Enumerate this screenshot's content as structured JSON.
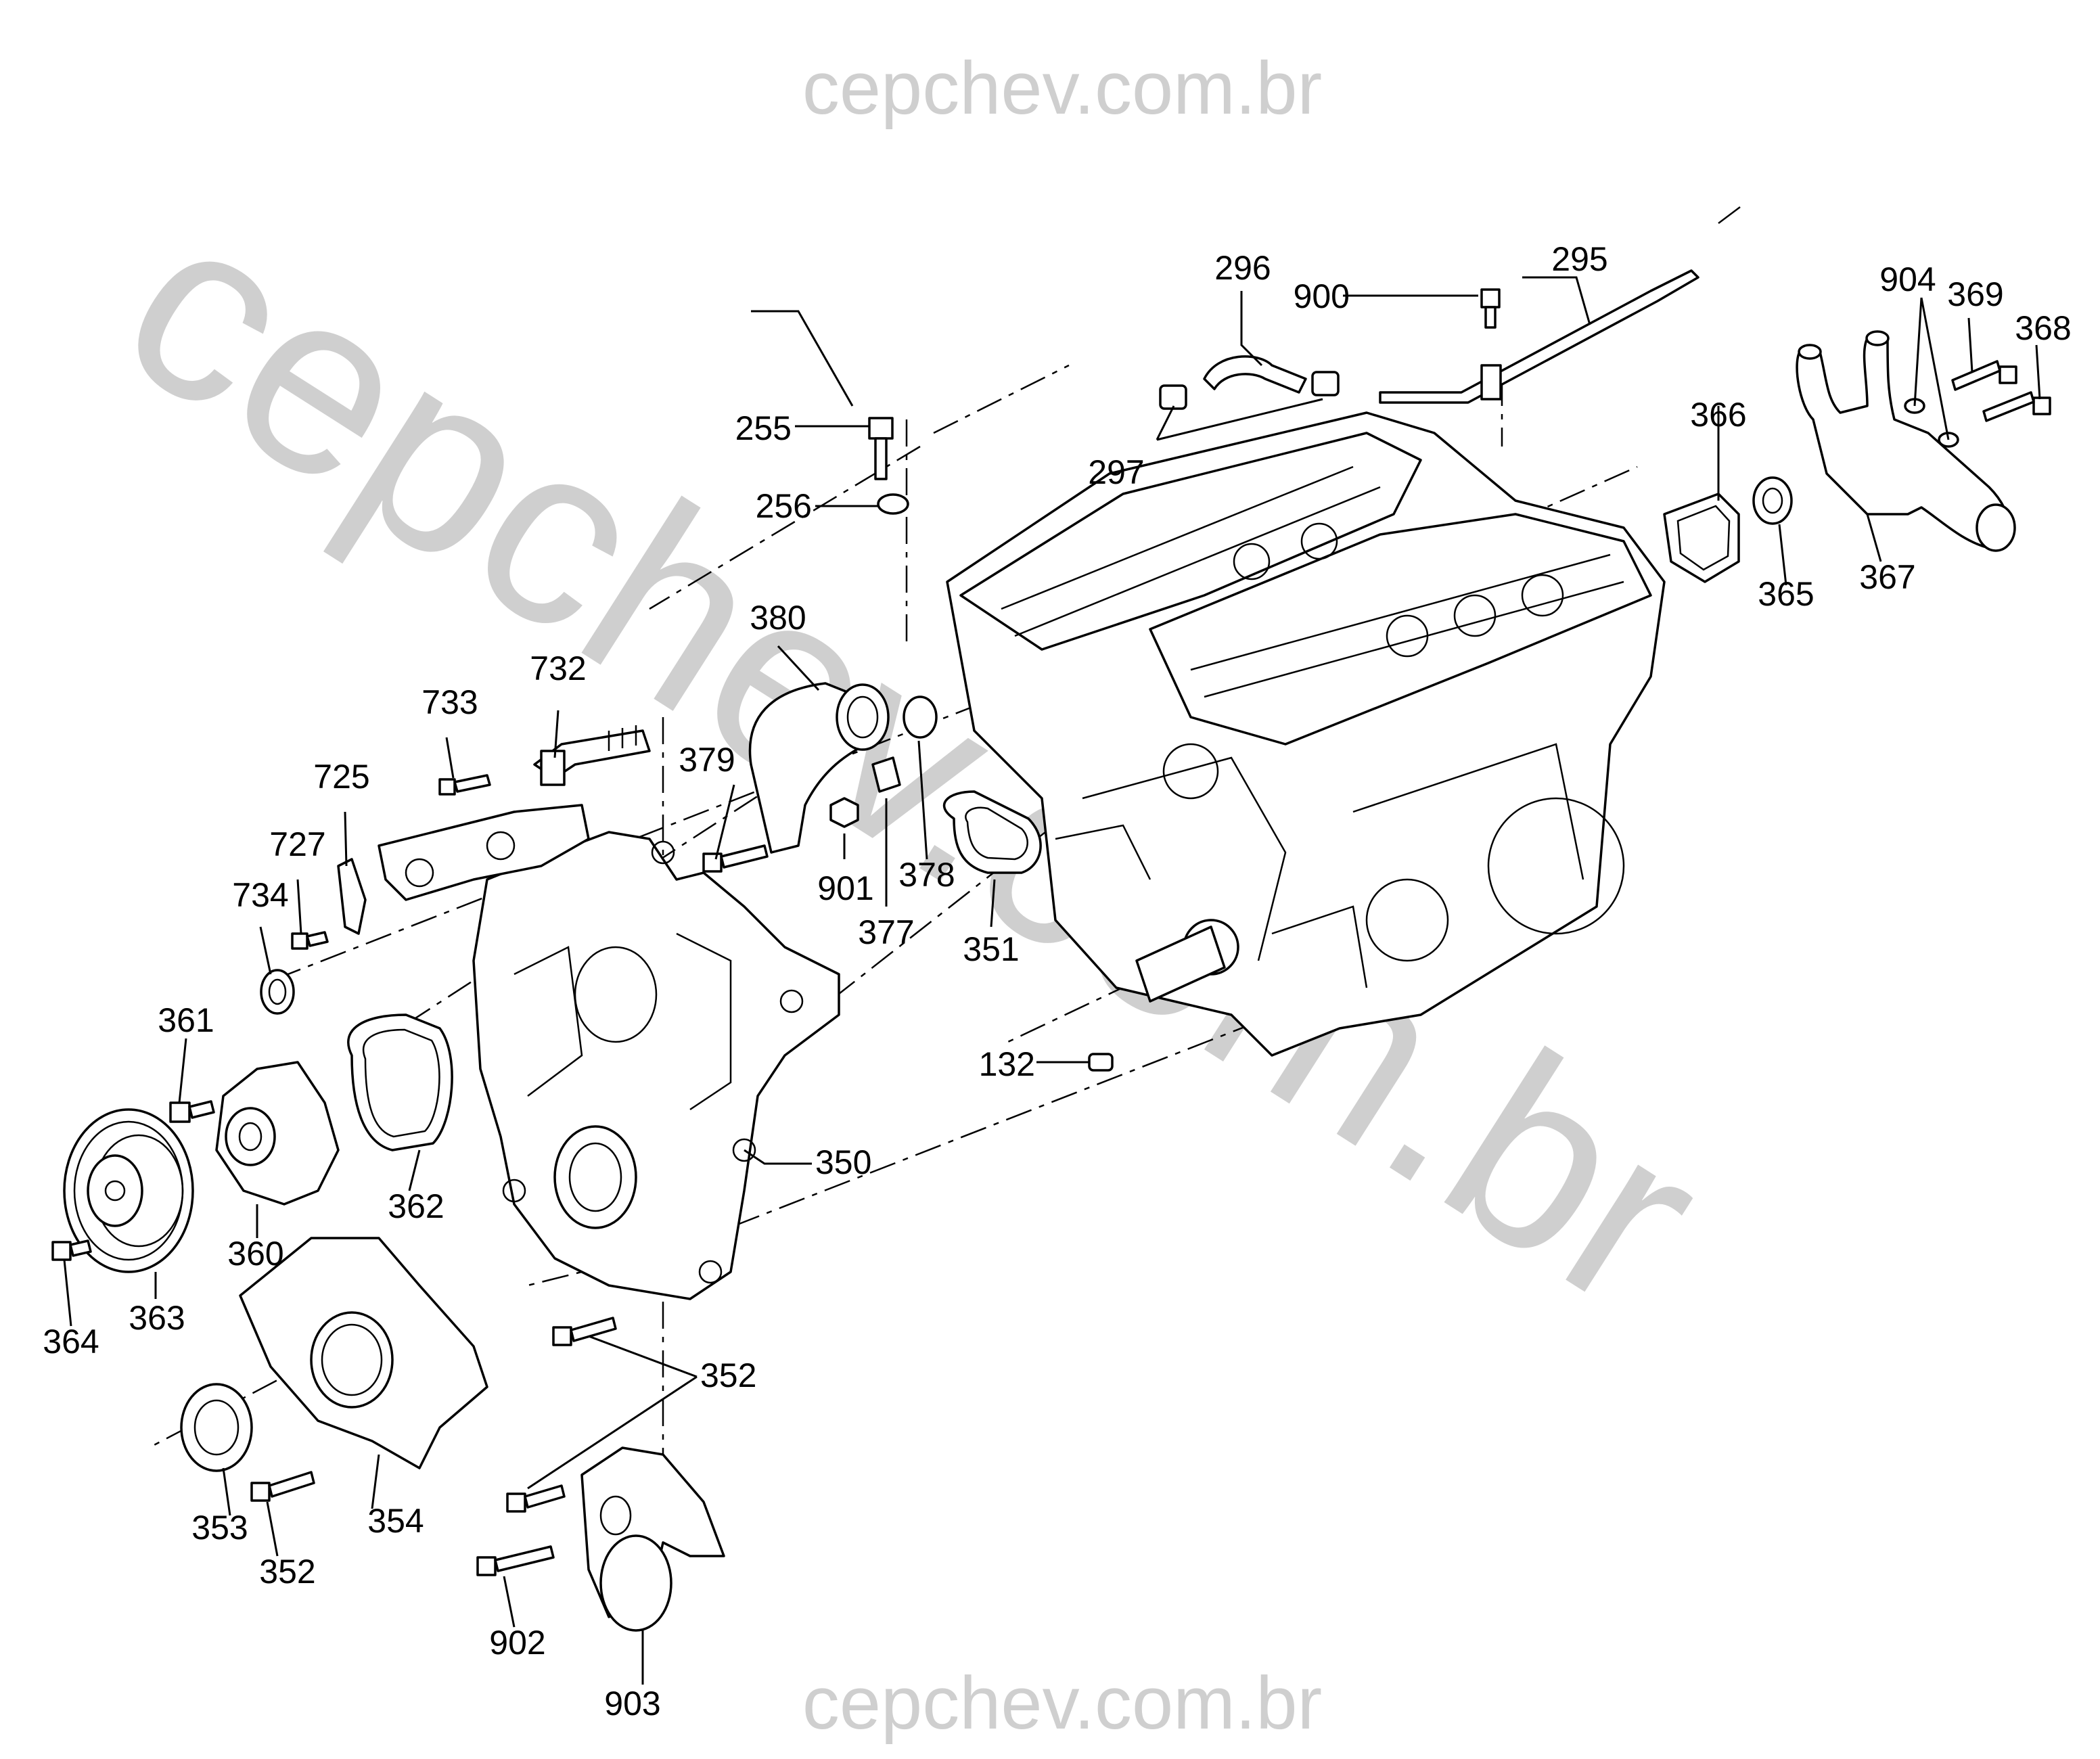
{
  "watermarks": {
    "top": "cepchev.com.br",
    "diagonal": "cepchev.com.br",
    "bottom": "cepchev.com.br"
  },
  "callouts": {
    "c132": "132",
    "c255": "255",
    "c256": "256",
    "c295": "295",
    "c296": "296",
    "c297": "297",
    "c350": "350",
    "c351": "351",
    "c352a": "352",
    "c352b": "352",
    "c353": "353",
    "c354": "354",
    "c360": "360",
    "c361": "361",
    "c362": "362",
    "c363": "363",
    "c364": "364",
    "c365": "365",
    "c366": "366",
    "c367": "367",
    "c368": "368",
    "c369": "369",
    "c377": "377",
    "c378": "378",
    "c379": "379",
    "c380": "380",
    "c725": "725",
    "c727": "727",
    "c732": "732",
    "c733": "733",
    "c734": "734",
    "c900": "900",
    "c901": "901",
    "c902": "902",
    "c903": "903",
    "c904": "904"
  }
}
